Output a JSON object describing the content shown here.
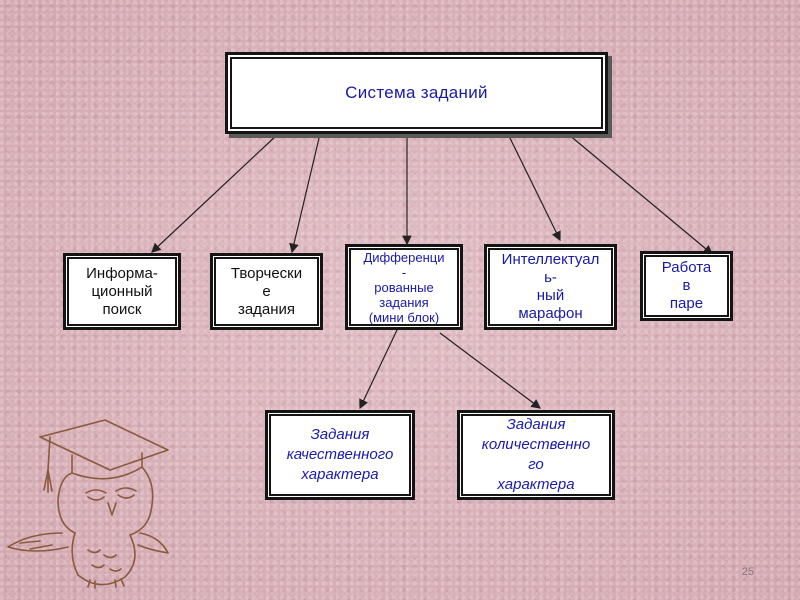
{
  "diagram": {
    "root": {
      "label": "Система заданий"
    },
    "categories": [
      {
        "label": "Информа-\nционный\nпоиск",
        "color": "black"
      },
      {
        "label": "Творчески\nе\nзадания",
        "color": "black"
      },
      {
        "label": "Дифференци\n-\nрованные\nзадания\n(мини блок)",
        "color": "blue"
      },
      {
        "label": "Интеллектуал\nь-\nный\nмарафон",
        "color": "blue"
      },
      {
        "label": "Работа\nв\nпаре",
        "color": "blue"
      }
    ],
    "sub_items": [
      {
        "label": "Задания\nкачественного\nхарактера"
      },
      {
        "label": "Задания\nколичественно\nго\nхарактера"
      }
    ]
  },
  "page_number": "25",
  "colors": {
    "background": "#d8aeb6",
    "text_blue": "#1a1aa8",
    "border": "#141414"
  },
  "decoration": {
    "icon": "owl-graduate-icon"
  }
}
